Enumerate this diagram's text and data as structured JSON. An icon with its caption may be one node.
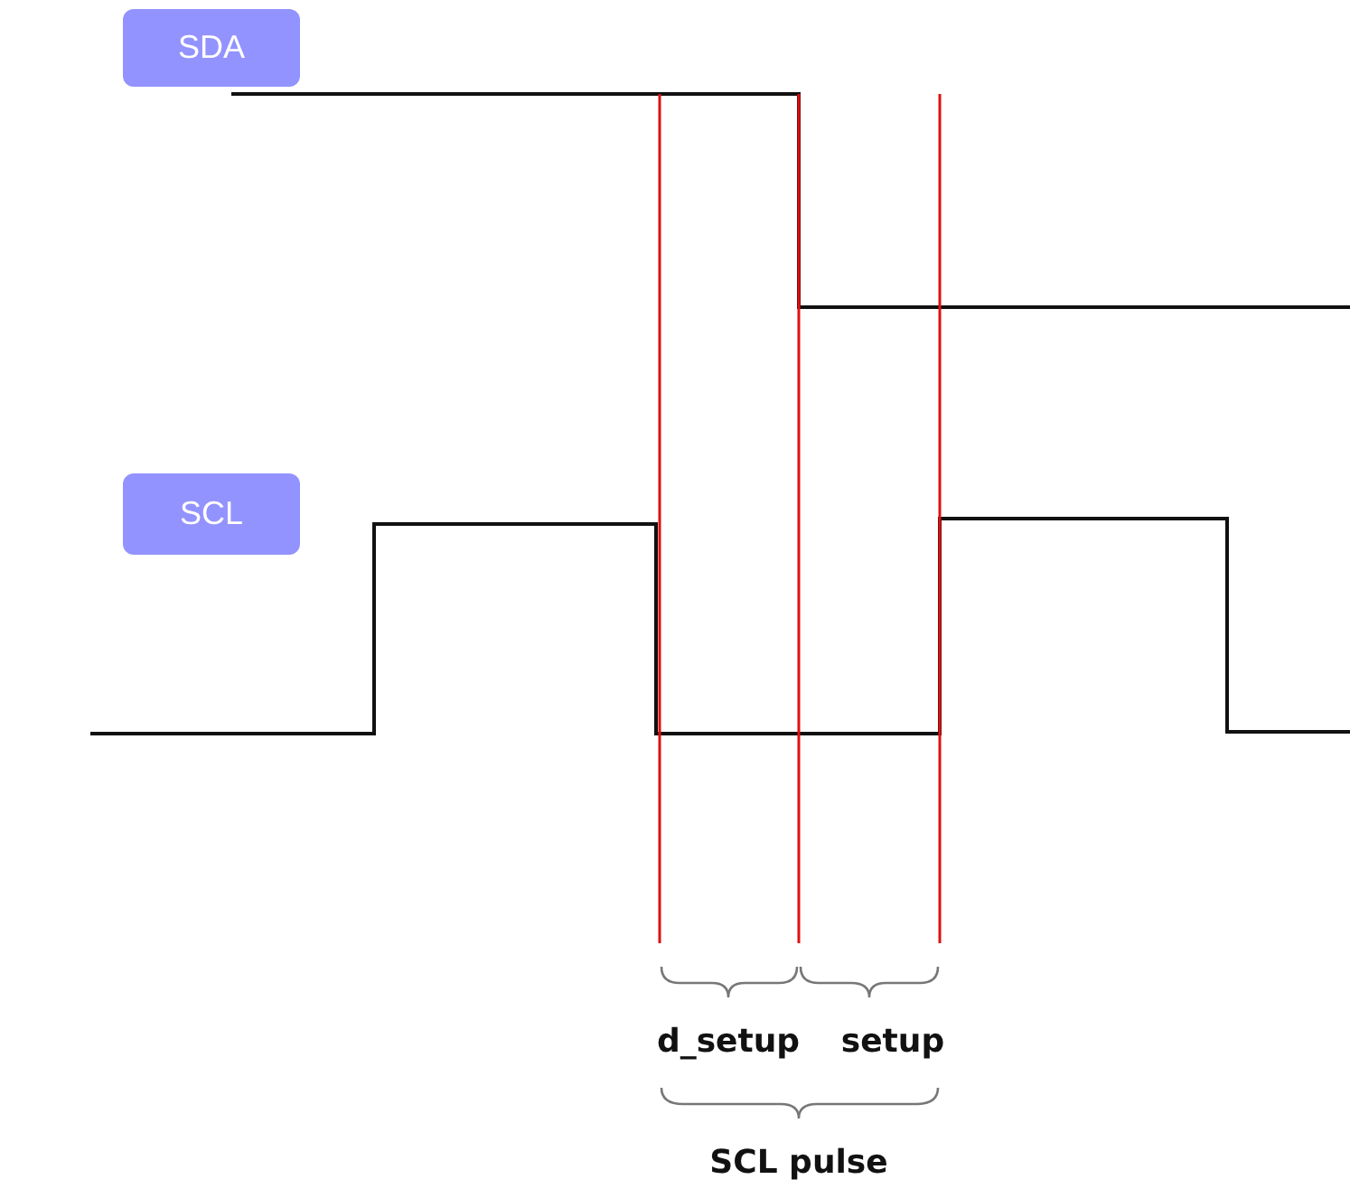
{
  "diagram": {
    "nodes": [
      {
        "text": [
          "SDA"
        ]
      },
      {
        "text": [
          "SCL"
        ]
      }
    ],
    "labels": [
      "d_setup",
      "setup",
      "SCL pulse"
    ]
  }
}
